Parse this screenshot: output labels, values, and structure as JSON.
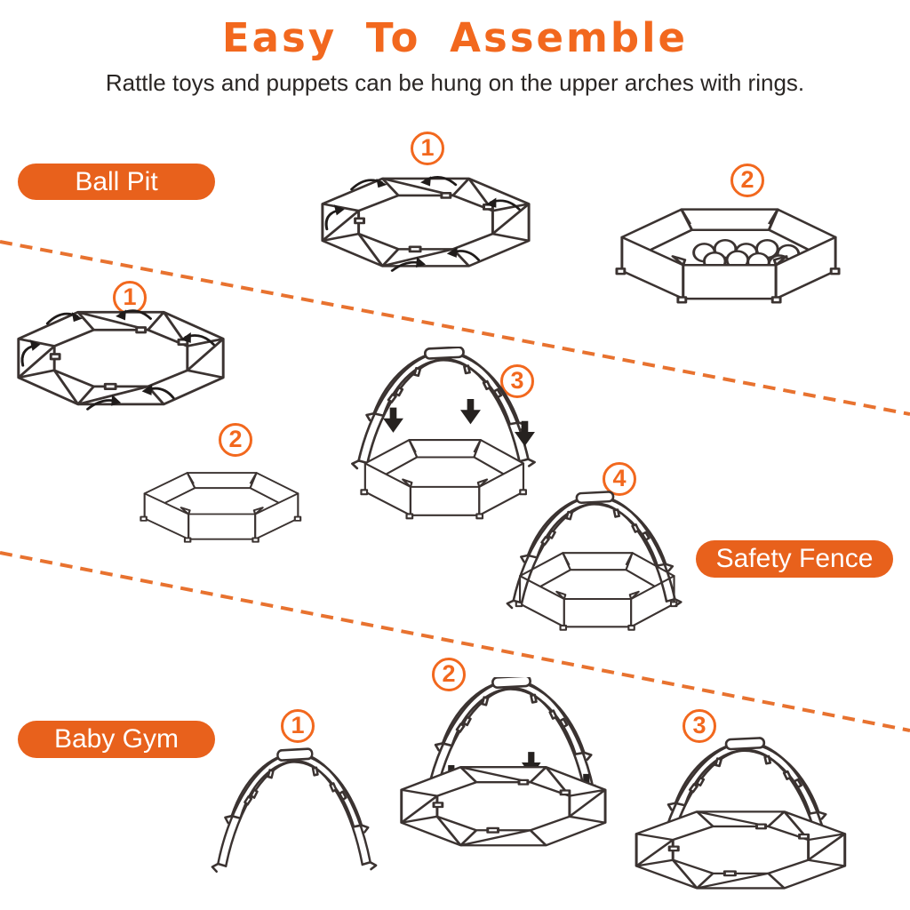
{
  "header": {
    "title": "Easy To Assemble",
    "subtitle": "Rattle toys and puppets can be hung on the upper arches with rings."
  },
  "sections": [
    {
      "id": "ball-pit",
      "label": "Ball Pit",
      "steps": [
        "1",
        "2"
      ]
    },
    {
      "id": "safety-fence",
      "label": "Safety Fence",
      "steps": [
        "1",
        "2",
        "3",
        "4"
      ]
    },
    {
      "id": "baby-gym",
      "label": "Baby Gym",
      "steps": [
        "1",
        "2",
        "3"
      ]
    }
  ],
  "icons": {
    "fold_arrow": "curved-fold-arrow",
    "down_arrow": "press-down-arrow"
  },
  "colors": {
    "accent_title": "#F2681E",
    "pill_background": "#E8611C",
    "pill_text": "#FFFFFF",
    "divider_dashed": "#E8722F",
    "line_art": "#3B3331",
    "arrow_black": "#262220",
    "background": "#FFFFFF"
  }
}
